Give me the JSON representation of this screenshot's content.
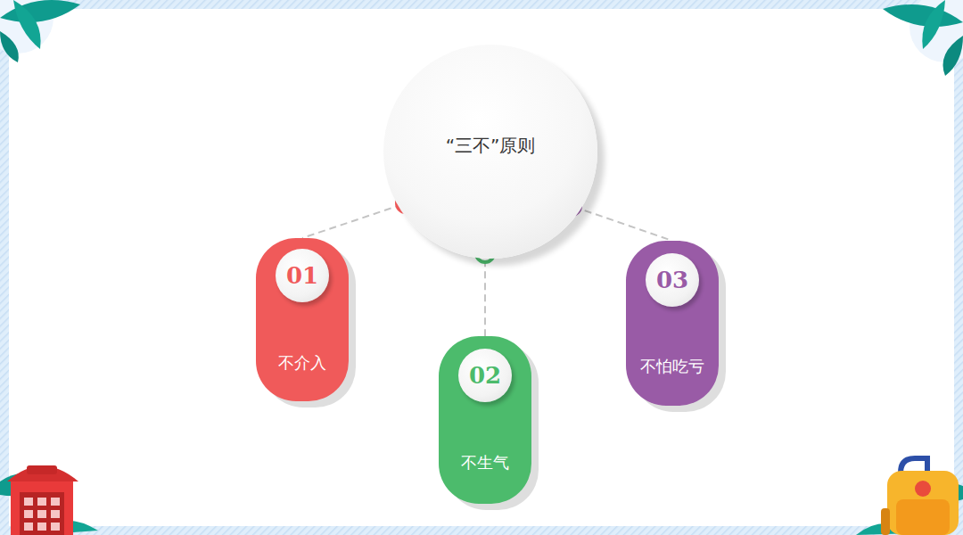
{
  "diagram": {
    "nodes": [
      {
        "text": [
          "“三不”原则"
        ]
      },
      {
        "text": [
          "01",
          "不介入"
        ]
      },
      {
        "text": [
          "02",
          "不生气"
        ]
      },
      {
        "text": [
          "03",
          "不怕吃亏"
        ]
      }
    ],
    "edges": [
      {
        "from": 0,
        "to": 1,
        "arrow": "none"
      },
      {
        "from": 0,
        "to": 2,
        "arrow": "none"
      },
      {
        "from": 0,
        "to": 3,
        "arrow": "none"
      }
    ]
  }
}
